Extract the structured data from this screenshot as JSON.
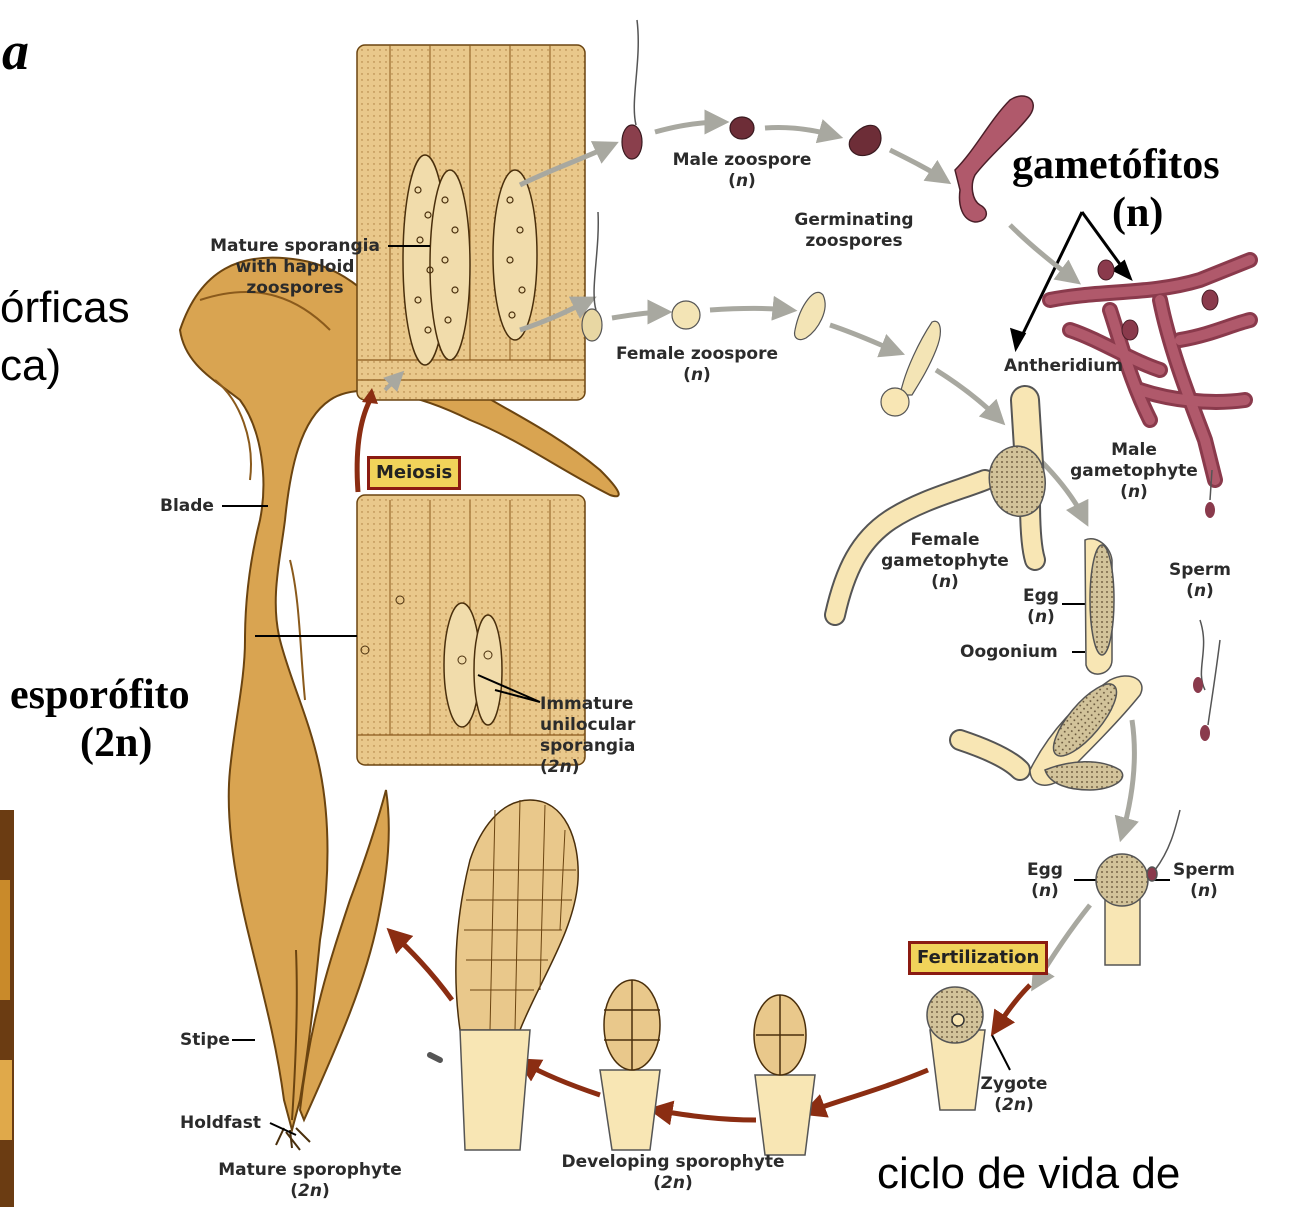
{
  "edge_text": {
    "italic_fragment": "a",
    "line1": "órficas",
    "line2": "ca)"
  },
  "headline": {
    "gametofitos": "gametófitos",
    "gametofitos_ploidy": "(n)",
    "esporofito": "esporófito",
    "esporofito_ploidy": "(2n)",
    "caption": "ciclo de vida de"
  },
  "stages": {
    "meiosis": "Meiosis",
    "fertilization": "Fertilization"
  },
  "labels": {
    "mature_sporangia": [
      "Mature sporangia",
      "with haploid",
      "zoospores"
    ],
    "blade": "Blade",
    "stipe": "Stipe",
    "holdfast": "Holdfast",
    "mature_sporophyte": "Mature sporophyte",
    "immature_sporangia": [
      "Immature",
      "unilocular",
      "sporangia"
    ],
    "male_zoospore": "Male zoospore",
    "germinating_zoospores": [
      "Germinating",
      "zoospores"
    ],
    "female_zoospore": "Female zoospore",
    "antheridium": "Antheridium",
    "male_gametophyte": [
      "Male",
      "gametophyte"
    ],
    "female_gametophyte": [
      "Female",
      "gametophyte"
    ],
    "sperm": "Sperm",
    "egg": "Egg",
    "oogonium": "Oogonium",
    "zygote": "Zygote",
    "developing_sporophyte": "Developing sporophyte"
  },
  "ploidy": {
    "haploid": "n",
    "diploid": "2n"
  },
  "colors": {
    "kelp": "#d9a451",
    "cell_fill": "#e9c88b",
    "gametophyte_female": "#f8e6b4",
    "gametophyte_male": "#b0596b",
    "arrow_grey": "#a8a8a0",
    "arrow_red": "#8b2d12",
    "stage_box": "#f1d35a"
  }
}
